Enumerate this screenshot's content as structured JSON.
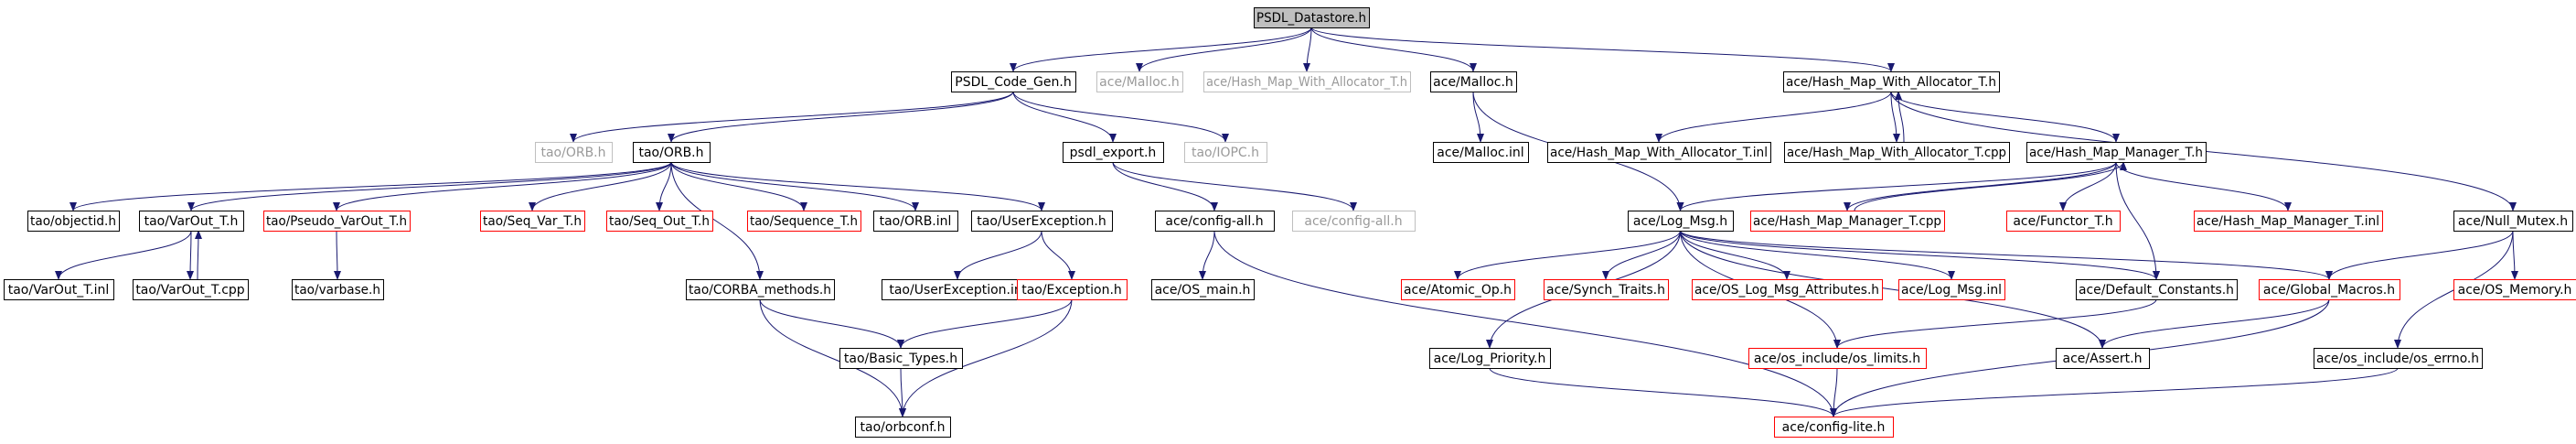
{
  "colors": {
    "edge": "#191970",
    "black_border": "#000000",
    "red_border": "#ff0000",
    "gray_border": "#bfbfbf",
    "root_fill": "#bfbfbf",
    "node_fill": "#ffffff"
  },
  "nodes": [
    {
      "id": "psdl_datastore",
      "label": "PSDL_Datastore.h",
      "style": "root"
    },
    {
      "id": "psdl_code_gen",
      "label": "PSDL_Code_Gen.h",
      "style": "black"
    },
    {
      "id": "ace_malloc_h_gray",
      "label": "ace/Malloc.h",
      "style": "gray"
    },
    {
      "id": "ace_hmwa_h_gray",
      "label": "ace/Hash_Map_With_Allocator_T.h",
      "style": "gray"
    },
    {
      "id": "ace_malloc_h",
      "label": "ace/Malloc.h",
      "style": "black"
    },
    {
      "id": "ace_hmwa_h",
      "label": "ace/Hash_Map_With_Allocator_T.h",
      "style": "black"
    },
    {
      "id": "tao_orb_h_gray",
      "label": "tao/ORB.h",
      "style": "gray"
    },
    {
      "id": "tao_orb_h",
      "label": "tao/ORB.h",
      "style": "black"
    },
    {
      "id": "psdl_export",
      "label": "psdl_export.h",
      "style": "black"
    },
    {
      "id": "tao_iopc",
      "label": "tao/IOPC.h",
      "style": "gray"
    },
    {
      "id": "ace_malloc_inl",
      "label": "ace/Malloc.inl",
      "style": "black"
    },
    {
      "id": "ace_hmwa_inl",
      "label": "ace/Hash_Map_With_Allocator_T.inl",
      "style": "black"
    },
    {
      "id": "ace_hmwa_cpp",
      "label": "ace/Hash_Map_With_Allocator_T.cpp",
      "style": "black"
    },
    {
      "id": "ace_hmm_h",
      "label": "ace/Hash_Map_Manager_T.h",
      "style": "black"
    },
    {
      "id": "tao_objectid",
      "label": "tao/objectid.h",
      "style": "black"
    },
    {
      "id": "tao_varout_h",
      "label": "tao/VarOut_T.h",
      "style": "black"
    },
    {
      "id": "tao_pseudo_varout",
      "label": "tao/Pseudo_VarOut_T.h",
      "style": "red"
    },
    {
      "id": "tao_seq_var",
      "label": "tao/Seq_Var_T.h",
      "style": "red"
    },
    {
      "id": "tao_seq_out",
      "label": "tao/Seq_Out_T.h",
      "style": "red"
    },
    {
      "id": "tao_sequence_t",
      "label": "tao/Sequence_T.h",
      "style": "red"
    },
    {
      "id": "tao_orb_inl",
      "label": "tao/ORB.inl",
      "style": "black"
    },
    {
      "id": "tao_userexception",
      "label": "tao/UserException.h",
      "style": "black"
    },
    {
      "id": "ace_config_all_h",
      "label": "ace/config-all.h",
      "style": "black"
    },
    {
      "id": "ace_config_all_h_gray",
      "label": "ace/config-all.h",
      "style": "gray"
    },
    {
      "id": "ace_log_msg",
      "label": "ace/Log_Msg.h",
      "style": "black"
    },
    {
      "id": "ace_hmm_cpp",
      "label": "ace/Hash_Map_Manager_T.cpp",
      "style": "red"
    },
    {
      "id": "ace_functor_t",
      "label": "ace/Functor_T.h",
      "style": "red"
    },
    {
      "id": "ace_hmm_inl",
      "label": "ace/Hash_Map_Manager_T.inl",
      "style": "red"
    },
    {
      "id": "ace_null_mutex",
      "label": "ace/Null_Mutex.h",
      "style": "black"
    },
    {
      "id": "tao_varout_inl",
      "label": "tao/VarOut_T.inl",
      "style": "black"
    },
    {
      "id": "tao_varout_cpp",
      "label": "tao/VarOut_T.cpp",
      "style": "black"
    },
    {
      "id": "tao_varbase",
      "label": "tao/varbase.h",
      "style": "black"
    },
    {
      "id": "tao_userexception_inl",
      "label": "tao/UserException.inl",
      "style": "black"
    },
    {
      "id": "tao_exception",
      "label": "tao/Exception.h",
      "style": "red"
    },
    {
      "id": "ace_os_main",
      "label": "ace/OS_main.h",
      "style": "black"
    },
    {
      "id": "ace_atomic_op",
      "label": "ace/Atomic_Op.h",
      "style": "red"
    },
    {
      "id": "ace_synch_traits",
      "label": "ace/Synch_Traits.h",
      "style": "red"
    },
    {
      "id": "ace_os_log_msg_attr",
      "label": "ace/OS_Log_Msg_Attributes.h",
      "style": "red"
    },
    {
      "id": "ace_log_msg_inl",
      "label": "ace/Log_Msg.inl",
      "style": "red"
    },
    {
      "id": "ace_default_constants",
      "label": "ace/Default_Constants.h",
      "style": "black"
    },
    {
      "id": "ace_global_macros",
      "label": "ace/Global_Macros.h",
      "style": "red"
    },
    {
      "id": "ace_os_memory",
      "label": "ace/OS_Memory.h",
      "style": "red"
    },
    {
      "id": "tao_corba_methods",
      "label": "tao/CORBA_methods.h",
      "style": "black"
    },
    {
      "id": "ace_os_limits",
      "label": "ace/os_include/os_limits.h",
      "style": "red"
    },
    {
      "id": "ace_assert",
      "label": "ace/Assert.h",
      "style": "black"
    },
    {
      "id": "ace_os_errno",
      "label": "ace/os_include/os_errno.h",
      "style": "black"
    },
    {
      "id": "ace_log_priority",
      "label": "ace/Log_Priority.h",
      "style": "black"
    },
    {
      "id": "tao_basic_types",
      "label": "tao/Basic_Types.h",
      "style": "black"
    },
    {
      "id": "tao_orbconf",
      "label": "tao/orbconf.h",
      "style": "black"
    },
    {
      "id": "ace_config_lite",
      "label": "ace/config-lite.h",
      "style": "red"
    }
  ],
  "edges": [
    [
      "psdl_datastore",
      "psdl_code_gen"
    ],
    [
      "psdl_datastore",
      "ace_malloc_h_gray"
    ],
    [
      "psdl_datastore",
      "ace_hmwa_h_gray"
    ],
    [
      "psdl_datastore",
      "ace_malloc_h"
    ],
    [
      "psdl_datastore",
      "ace_hmwa_h"
    ],
    [
      "psdl_code_gen",
      "tao_orb_h_gray"
    ],
    [
      "psdl_code_gen",
      "tao_orb_h"
    ],
    [
      "psdl_code_gen",
      "psdl_export"
    ],
    [
      "psdl_code_gen",
      "tao_iopc"
    ],
    [
      "ace_malloc_h",
      "ace_malloc_inl"
    ],
    [
      "ace_malloc_h",
      "ace_log_msg"
    ],
    [
      "ace_hmwa_h",
      "ace_hmwa_inl"
    ],
    [
      "ace_hmwa_h",
      "ace_hmwa_cpp"
    ],
    [
      "ace_hmwa_cpp",
      "ace_hmwa_h"
    ],
    [
      "ace_hmwa_h",
      "ace_hmm_h"
    ],
    [
      "ace_hmwa_h",
      "ace_null_mutex"
    ],
    [
      "tao_orb_h",
      "tao_objectid"
    ],
    [
      "tao_orb_h",
      "tao_varout_h"
    ],
    [
      "tao_orb_h",
      "tao_pseudo_varout"
    ],
    [
      "tao_orb_h",
      "tao_seq_var"
    ],
    [
      "tao_orb_h",
      "tao_seq_out"
    ],
    [
      "tao_orb_h",
      "tao_sequence_t"
    ],
    [
      "tao_orb_h",
      "tao_orb_inl"
    ],
    [
      "tao_orb_h",
      "tao_userexception"
    ],
    [
      "tao_orb_h",
      "tao_corba_methods"
    ],
    [
      "psdl_export",
      "ace_config_all_h"
    ],
    [
      "psdl_export",
      "ace_config_all_h_gray"
    ],
    [
      "ace_hmm_h",
      "ace_log_msg"
    ],
    [
      "ace_hmm_h",
      "ace_hmm_cpp"
    ],
    [
      "ace_hmm_cpp",
      "ace_hmm_h"
    ],
    [
      "ace_hmm_h",
      "ace_functor_t"
    ],
    [
      "ace_hmm_h",
      "ace_hmm_inl"
    ],
    [
      "ace_hmm_h",
      "ace_default_constants"
    ],
    [
      "tao_varout_h",
      "tao_varout_inl"
    ],
    [
      "tao_varout_h",
      "tao_varout_cpp"
    ],
    [
      "tao_varout_cpp",
      "tao_varout_h"
    ],
    [
      "tao_pseudo_varout",
      "tao_varbase"
    ],
    [
      "tao_userexception",
      "tao_userexception_inl"
    ],
    [
      "tao_userexception",
      "tao_exception"
    ],
    [
      "ace_config_all_h",
      "ace_os_main"
    ],
    [
      "ace_config_all_h",
      "ace_config_lite"
    ],
    [
      "ace_log_msg",
      "ace_atomic_op"
    ],
    [
      "ace_log_msg",
      "ace_synch_traits"
    ],
    [
      "ace_log_msg",
      "ace_os_log_msg_attr"
    ],
    [
      "ace_log_msg",
      "ace_log_msg_inl"
    ],
    [
      "ace_log_msg",
      "ace_default_constants"
    ],
    [
      "ace_log_msg",
      "ace_global_macros"
    ],
    [
      "ace_log_msg",
      "ace_os_limits"
    ],
    [
      "ace_log_msg",
      "ace_assert"
    ],
    [
      "ace_log_msg",
      "ace_log_priority"
    ],
    [
      "ace_null_mutex",
      "ace_global_macros"
    ],
    [
      "ace_null_mutex",
      "ace_os_memory"
    ],
    [
      "ace_null_mutex",
      "ace_os_errno"
    ],
    [
      "ace_global_macros",
      "ace_assert"
    ],
    [
      "ace_global_macros",
      "ace_config_lite"
    ],
    [
      "ace_default_constants",
      "ace_os_limits"
    ],
    [
      "ace_os_limits",
      "ace_config_lite"
    ],
    [
      "ace_os_errno",
      "ace_config_lite"
    ],
    [
      "ace_log_priority",
      "ace_config_lite"
    ],
    [
      "tao_corba_methods",
      "tao_basic_types"
    ],
    [
      "tao_corba_methods",
      "tao_orbconf"
    ],
    [
      "tao_exception",
      "tao_basic_types"
    ],
    [
      "tao_exception",
      "tao_orbconf"
    ],
    [
      "tao_basic_types",
      "tao_orbconf"
    ]
  ]
}
